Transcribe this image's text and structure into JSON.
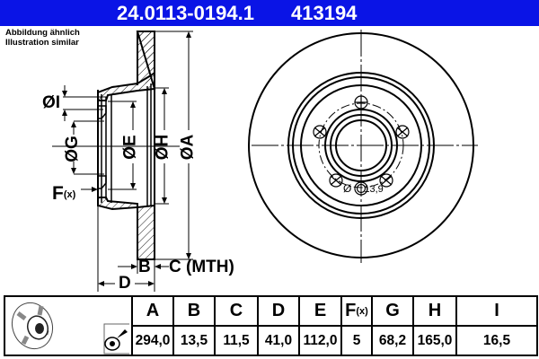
{
  "header": {
    "part_number": "24.0113-0194.1",
    "code": "413194",
    "background_color": "#0a14e6"
  },
  "note": {
    "line1": "Abbildung ähnlich",
    "line2": "Illustration similar"
  },
  "drawing": {
    "side_view_labels": {
      "I": "ØI",
      "G": "ØG",
      "E": "ØE",
      "H": "ØH",
      "A": "ØA",
      "F": "F",
      "F_sub": "(x)",
      "B": "B",
      "C": "C (MTH)",
      "D": "D"
    },
    "front_view": {
      "bolt_hole_count": 5,
      "hole_label": "Ø13,9"
    }
  },
  "table": {
    "headers": [
      "A",
      "B",
      "C",
      "D",
      "E",
      "F",
      "G",
      "H",
      "I"
    ],
    "f_header_sub": "(x)",
    "values": [
      "294,0",
      "13,5",
      "11,5",
      "41,0",
      "112,0",
      "5",
      "68,2",
      "165,0",
      "16,5"
    ]
  }
}
